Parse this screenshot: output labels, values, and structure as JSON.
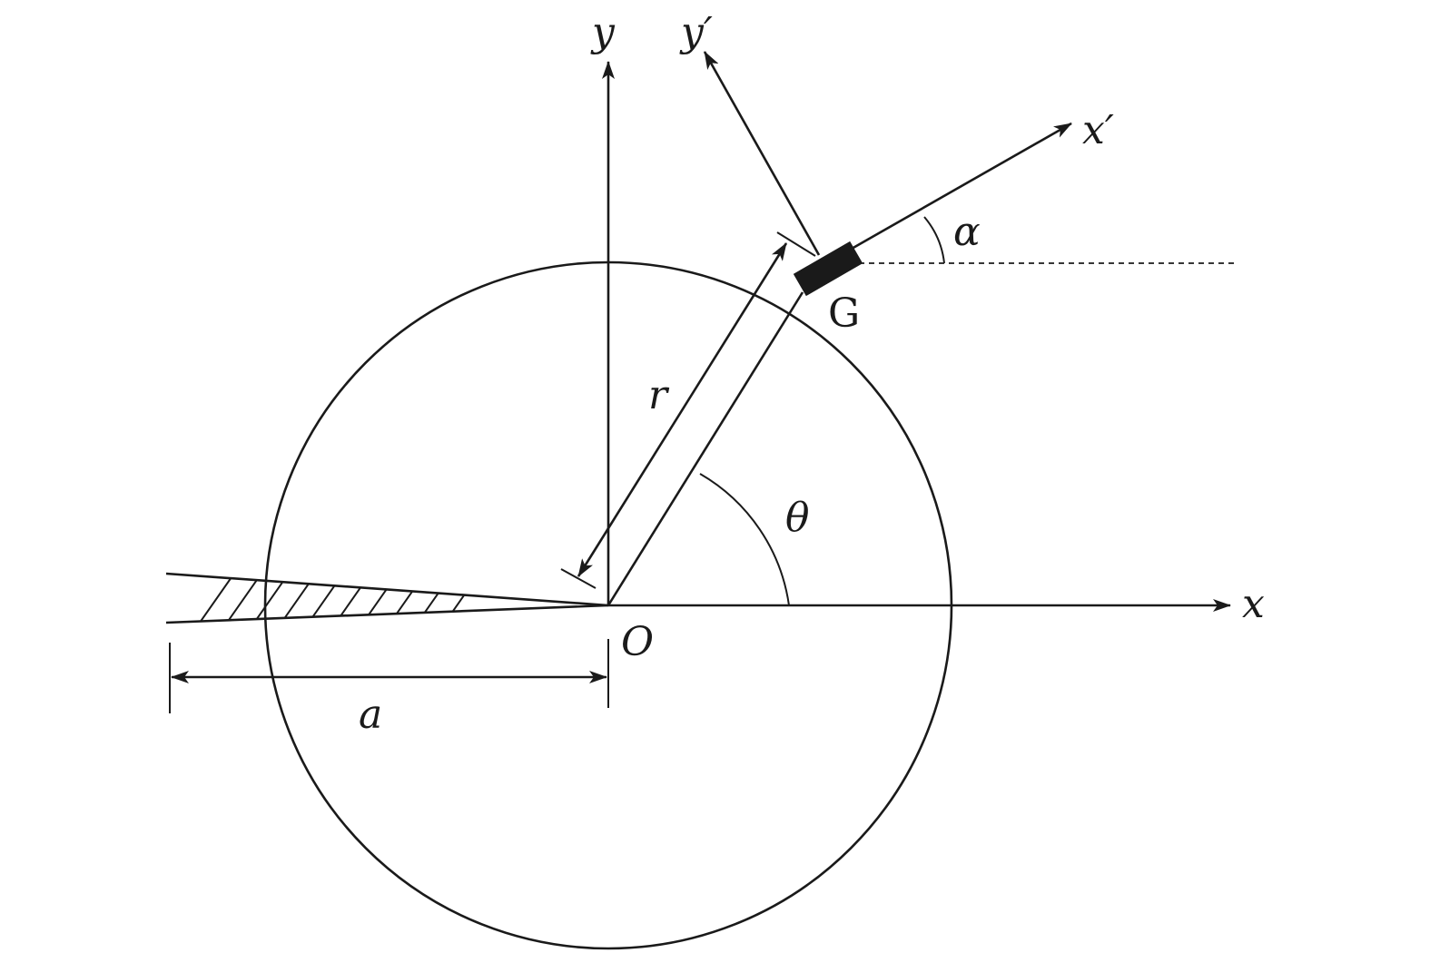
{
  "diagram": {
    "labels": {
      "y_axis": "y",
      "y_prime_axis": "y′",
      "x_prime_axis": "x′",
      "x_axis": "x",
      "origin": "O",
      "gauge": "G",
      "radius": "r",
      "crack_length": "a",
      "polar_angle": "θ",
      "gauge_angle": "α"
    },
    "colors": {
      "ink": "#1a1a1a",
      "background": "#ffffff"
    }
  }
}
